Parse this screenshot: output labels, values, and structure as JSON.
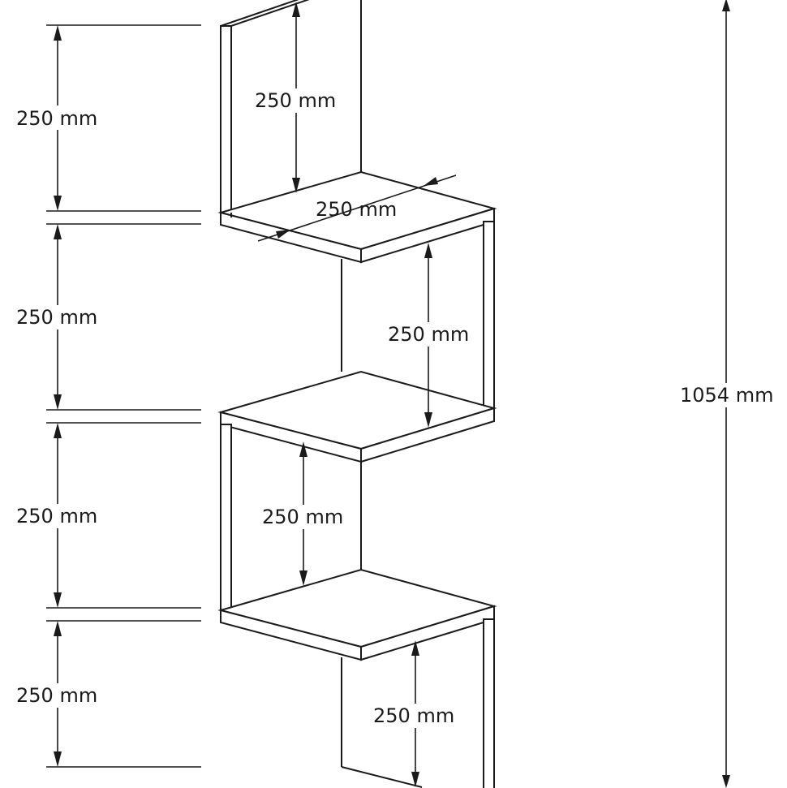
{
  "labels": {
    "left_height_1": "250 mm",
    "left_height_2": "250 mm",
    "left_height_3": "250 mm",
    "left_height_4": "250 mm",
    "inner_height_1": "250 mm",
    "shelf_depth": "250 mm",
    "inner_height_2": "250 mm",
    "inner_height_3": "250 mm",
    "inner_height_4": "250 mm",
    "total_height": "1054 mm"
  },
  "colors": {
    "line": "#1a1a1a",
    "background": "#ffffff"
  }
}
